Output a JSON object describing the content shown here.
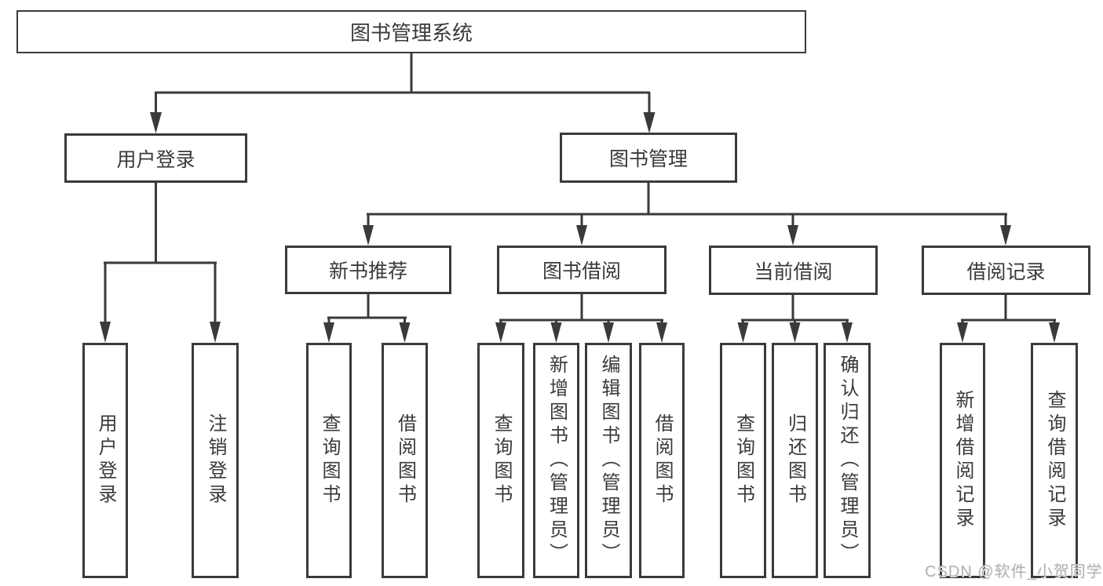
{
  "tree": {
    "label": "图书管理系统",
    "children": [
      {
        "label": "用户登录",
        "children": [
          {
            "label": "用户登录"
          },
          {
            "label": "注销登录"
          }
        ]
      },
      {
        "label": "图书管理",
        "children": [
          {
            "label": "新书推荐",
            "children": [
              {
                "label": "查询图书"
              },
              {
                "label": "借阅图书"
              }
            ]
          },
          {
            "label": "图书借阅",
            "children": [
              {
                "label": "查询图书"
              },
              {
                "label": "新增图书（管理员）"
              },
              {
                "label": "编辑图书（管理员）"
              },
              {
                "label": "借阅图书"
              }
            ]
          },
          {
            "label": "当前借阅",
            "children": [
              {
                "label": "查询图书"
              },
              {
                "label": "归还图书"
              },
              {
                "label": "确认归还（管理员）"
              }
            ]
          },
          {
            "label": "借阅记录",
            "children": [
              {
                "label": "新增借阅记录"
              },
              {
                "label": "查询借阅记录"
              }
            ]
          }
        ]
      }
    ]
  },
  "watermark": {
    "text": "CSDN @软件_小贺同学"
  },
  "colors": {
    "line": "#3a3a3a",
    "text": "#3a3a3a",
    "background": "#ffffff",
    "watermark": "#b3b3b3"
  }
}
